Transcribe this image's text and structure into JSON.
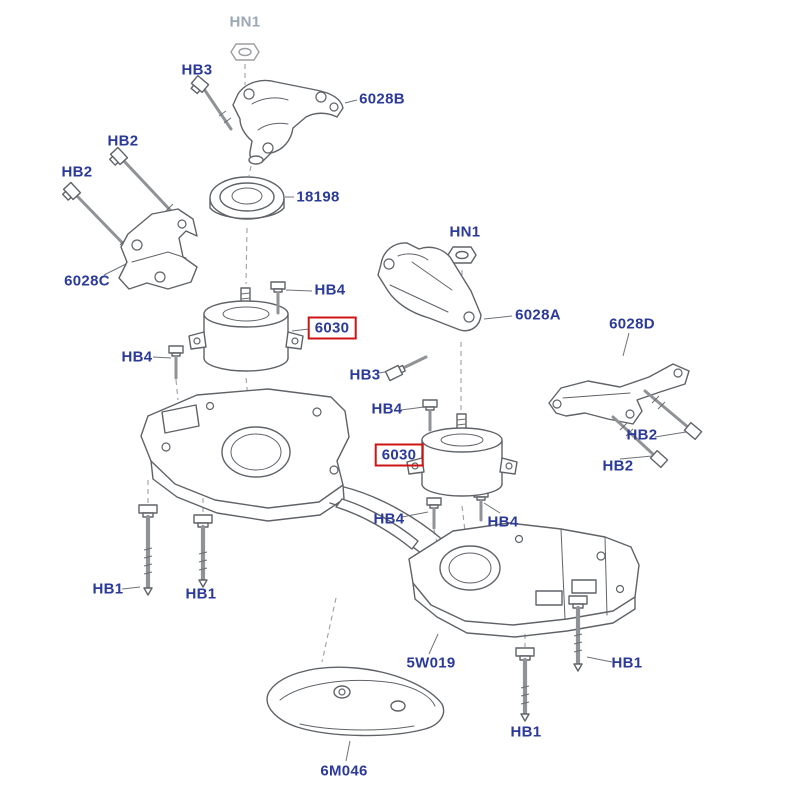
{
  "diagram_type": "exploded-parts-diagram",
  "colors": {
    "label": "#2b3a99",
    "muted_label": "#9aa7b5",
    "highlight_box": "#cc1414",
    "line": "#5f6368",
    "background": "#ffffff"
  },
  "labels": [
    {
      "text": "HN1"
    },
    {
      "text": "HB3"
    },
    {
      "text": "6028B"
    },
    {
      "text": "HB2"
    },
    {
      "text": "HB2"
    },
    {
      "text": "18198"
    },
    {
      "text": "6028C"
    },
    {
      "text": "HB4"
    },
    {
      "text": "6030"
    },
    {
      "text": "HN1"
    },
    {
      "text": "6028A"
    },
    {
      "text": "6028D"
    },
    {
      "text": "HB4"
    },
    {
      "text": "HB3"
    },
    {
      "text": "HB4"
    },
    {
      "text": "6030"
    },
    {
      "text": "HB2"
    },
    {
      "text": "HB2"
    },
    {
      "text": "HB4"
    },
    {
      "text": "HB4"
    },
    {
      "text": "HB1"
    },
    {
      "text": "HB1"
    },
    {
      "text": "5W019"
    },
    {
      "text": "HB1"
    },
    {
      "text": "HB1"
    },
    {
      "text": "6M046"
    }
  ]
}
